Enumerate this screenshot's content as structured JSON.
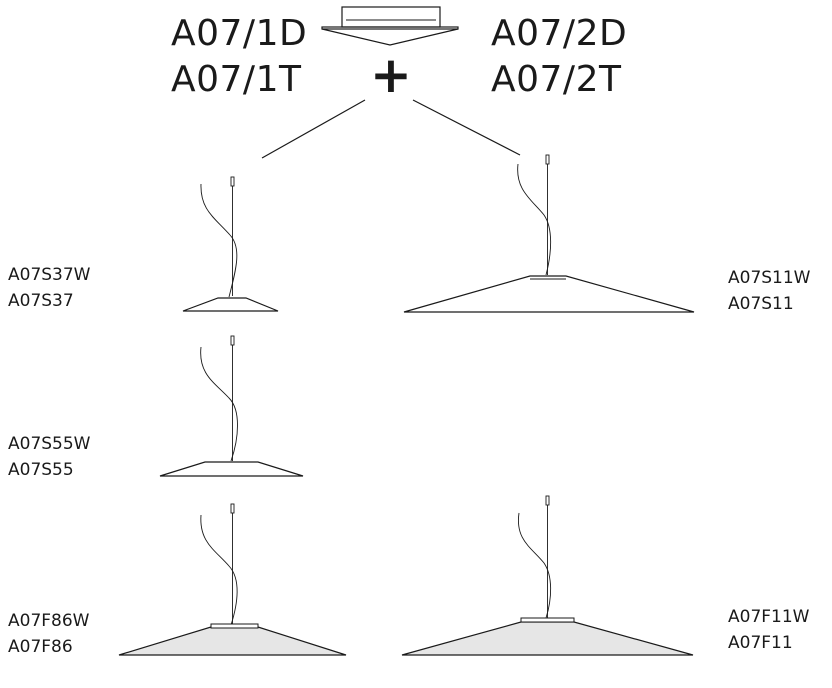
{
  "canopy": {
    "left_codes": [
      "A07/1D",
      "A07/1T"
    ],
    "right_codes": [
      "A07/2D",
      "A07/2T"
    ],
    "plus_symbol": "+"
  },
  "lamps": {
    "s37": [
      "A07S37W",
      "A07S37"
    ],
    "s11": [
      "A07S11W",
      "A07S11"
    ],
    "s55": [
      "A07S55W",
      "A07S55"
    ],
    "f86": [
      "A07F86W",
      "A07F86"
    ],
    "f11": [
      "A07F11W",
      "A07F11"
    ]
  },
  "colors": {
    "line": "#1a1a1a",
    "background": "#ffffff",
    "grey_shade_fill": "#e6e6e6"
  }
}
